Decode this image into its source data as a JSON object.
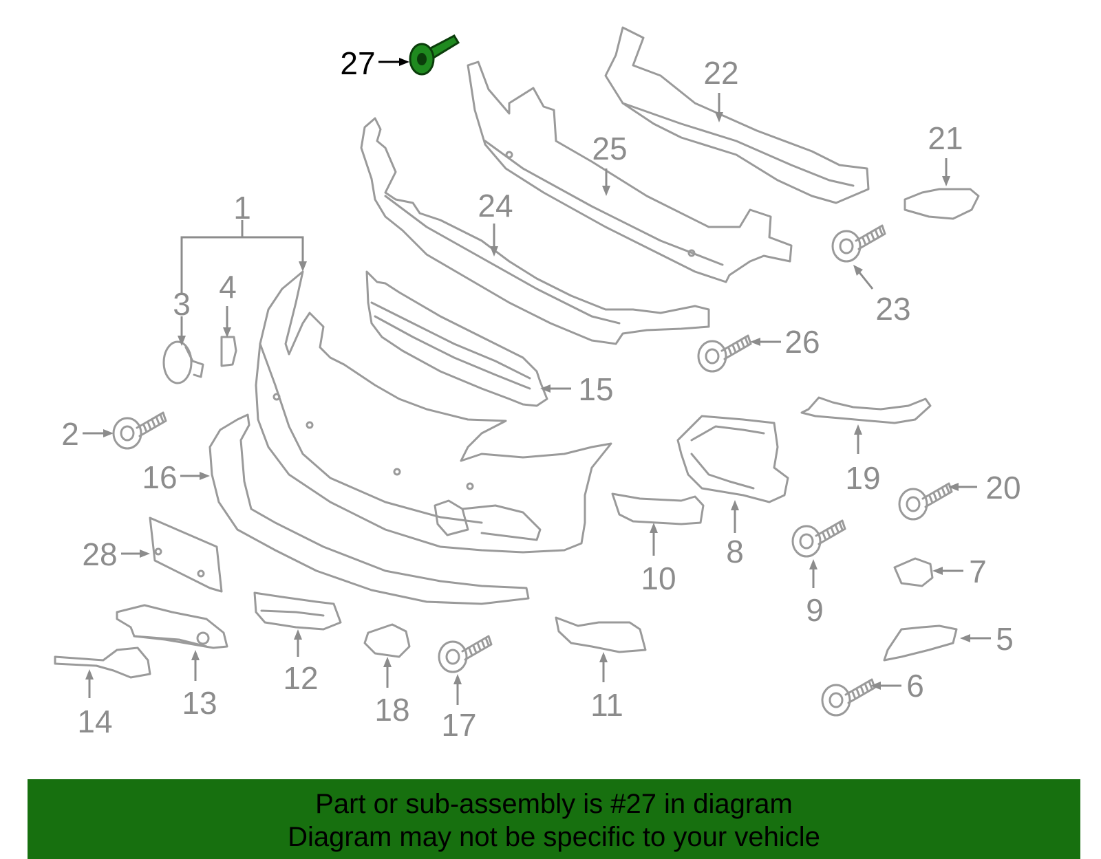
{
  "diagram": {
    "highlighted_part": "27",
    "callouts": [
      "1",
      "2",
      "3",
      "4",
      "5",
      "6",
      "7",
      "8",
      "9",
      "10",
      "11",
      "12",
      "13",
      "14",
      "15",
      "16",
      "17",
      "18",
      "19",
      "20",
      "21",
      "22",
      "23",
      "24",
      "25",
      "26",
      "27",
      "28"
    ],
    "colors": {
      "part_lines": "#9a9a9a",
      "highlight_fill": "#1f8a1f",
      "banner_bg": "#17700f"
    }
  },
  "banner": {
    "line1": "Part or sub-assembly is #27 in diagram",
    "line2": "Diagram may not be specific to your vehicle"
  }
}
